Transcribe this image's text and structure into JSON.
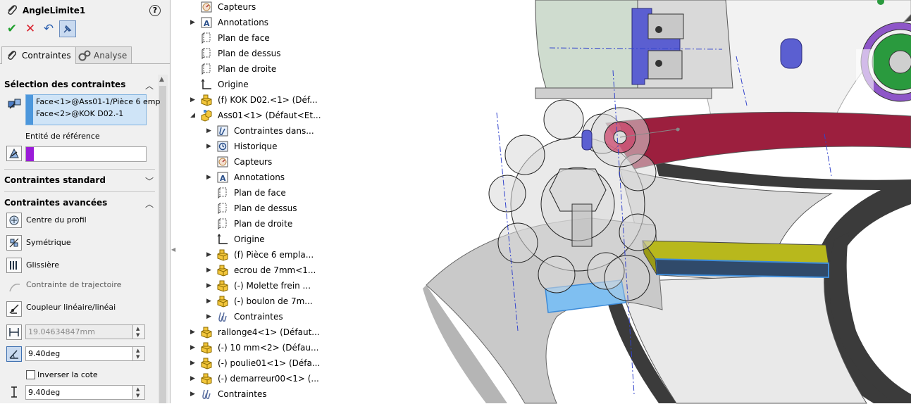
{
  "pm": {
    "title": "AngleLimite1",
    "help": "?",
    "tabs": [
      "Contraintes",
      "Analyse"
    ],
    "selection": {
      "header": "Sélection des contraintes",
      "items": [
        "Face<1>@Ass01-1/Pièce 6 emp",
        "Face<2>@KOK D02.-1"
      ],
      "ref_label": "Entité de référence"
    },
    "standard_header": "Contraintes standard",
    "advanced": {
      "header": "Contraintes avancées",
      "items": [
        "Centre du profil",
        "Symétrique",
        "Glissière",
        "Contrainte de trajectoire",
        "Coupleur linéaire/linéai"
      ],
      "distance_value": "19.04634847mm",
      "angle_value": "9.40deg",
      "invert_label": "Inverser la cote",
      "min_angle_value": "9.40deg"
    }
  },
  "tree": [
    {
      "label": "Capteurs",
      "icon": "sensor-icon",
      "exp": "",
      "indent": 0
    },
    {
      "label": "Annotations",
      "icon": "annotations-icon",
      "exp": "▶",
      "indent": 0
    },
    {
      "label": "Plan de face",
      "icon": "plane-icon",
      "exp": "",
      "indent": 0
    },
    {
      "label": "Plan de dessus",
      "icon": "plane-icon",
      "exp": "",
      "indent": 0
    },
    {
      "label": "Plan de droite",
      "icon": "plane-icon",
      "exp": "",
      "indent": 0
    },
    {
      "label": "Origine",
      "icon": "origin-icon",
      "exp": "",
      "indent": 0
    },
    {
      "label": "(f) KOK D02.<1> (Déf...",
      "icon": "part-icon",
      "exp": "▶",
      "indent": 0
    },
    {
      "label": "Ass01<1> (Défaut<Et...",
      "icon": "assembly-icon",
      "exp": "◢",
      "indent": 0
    },
    {
      "label": "Contraintes dans...",
      "icon": "mates-folder-icon",
      "exp": "▶",
      "indent": 1
    },
    {
      "label": "Historique",
      "icon": "history-icon",
      "exp": "▶",
      "indent": 1
    },
    {
      "label": "Capteurs",
      "icon": "sensor-icon",
      "exp": "",
      "indent": 1
    },
    {
      "label": "Annotations",
      "icon": "annotations-icon",
      "exp": "▶",
      "indent": 1
    },
    {
      "label": "Plan de face",
      "icon": "plane-icon",
      "exp": "",
      "indent": 1
    },
    {
      "label": "Plan de dessus",
      "icon": "plane-icon",
      "exp": "",
      "indent": 1
    },
    {
      "label": "Plan de droite",
      "icon": "plane-icon",
      "exp": "",
      "indent": 1
    },
    {
      "label": "Origine",
      "icon": "origin-icon",
      "exp": "",
      "indent": 1
    },
    {
      "label": "(f) Pièce 6 empla...",
      "icon": "part-icon",
      "exp": "▶",
      "indent": 1
    },
    {
      "label": "ecrou de 7mm<1...",
      "icon": "part-icon",
      "exp": "▶",
      "indent": 1
    },
    {
      "label": "(-) Molette frein ...",
      "icon": "part-icon",
      "exp": "▶",
      "indent": 1
    },
    {
      "label": "(-) boulon de 7m...",
      "icon": "part-icon",
      "exp": "▶",
      "indent": 1
    },
    {
      "label": "Contraintes",
      "icon": "mates-icon",
      "exp": "▶",
      "indent": 1
    },
    {
      "label": "rallonge4<1> (Défaut...",
      "icon": "part-icon",
      "exp": "▶",
      "indent": 0
    },
    {
      "label": "(-) 10 mm<2> (Défau...",
      "icon": "part-icon",
      "exp": "▶",
      "indent": 0
    },
    {
      "label": "(-) poulie01<1> (Défa...",
      "icon": "part-icon",
      "exp": "▶",
      "indent": 0
    },
    {
      "label": "(-) demarreur00<1> (...",
      "icon": "part-icon",
      "exp": "▶",
      "indent": 0
    },
    {
      "label": "Contraintes",
      "icon": "mates-icon",
      "exp": "▶",
      "indent": 0
    }
  ]
}
